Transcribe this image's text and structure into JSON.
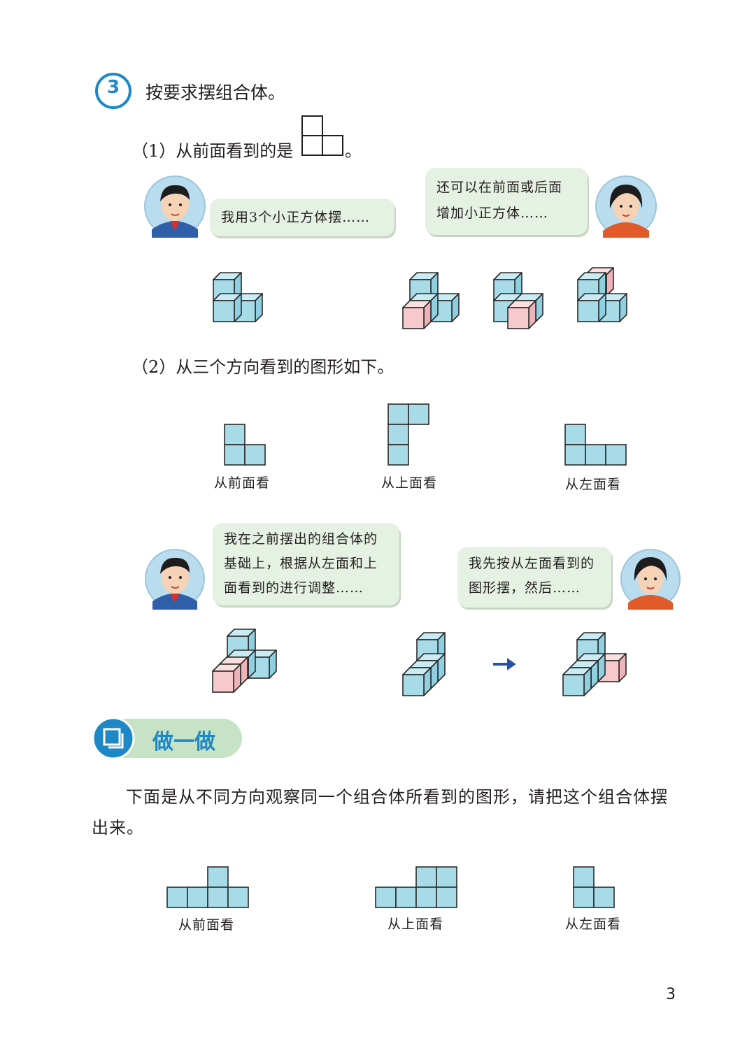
{
  "problem": {
    "number": "3",
    "title": "按要求摆组合体。",
    "part1_prefix": "（1）从前面看到的是",
    "part1_suffix": "。",
    "part2": "（2）从三个方向看到的图形如下。"
  },
  "bubbles1": {
    "boy": "我用3个小正方体摆……",
    "girl_line1": "还可以在前面或后面",
    "girl_line2": "增加小正方体……"
  },
  "views": {
    "front": "从前面看",
    "top": "从上面看",
    "left": "从左面看"
  },
  "bubbles2": {
    "boy_line1": "我在之前摆出的组合体的",
    "boy_line2": "基础上，根据从左面和上",
    "boy_line3": "面看到的进行调整……",
    "girl_line1": "我先按从左面看到的",
    "girl_line2": "图形摆，然后……"
  },
  "practice": {
    "heading": "做一做",
    "text_line1": "下面是从不同方向观察同一个组合体所看到的图形，请把这个组合体摆",
    "text_line2": "出来。",
    "front": "从前面看",
    "top": "从上面看",
    "left": "从左面看"
  },
  "page_number": "3",
  "colors": {
    "accent_blue": "#1e88c7",
    "cube_blue": "#a8dbe8",
    "cube_pink": "#f6c9cc",
    "bubble_green": "#e5f1e3",
    "header_green": "#c6e3c6"
  }
}
